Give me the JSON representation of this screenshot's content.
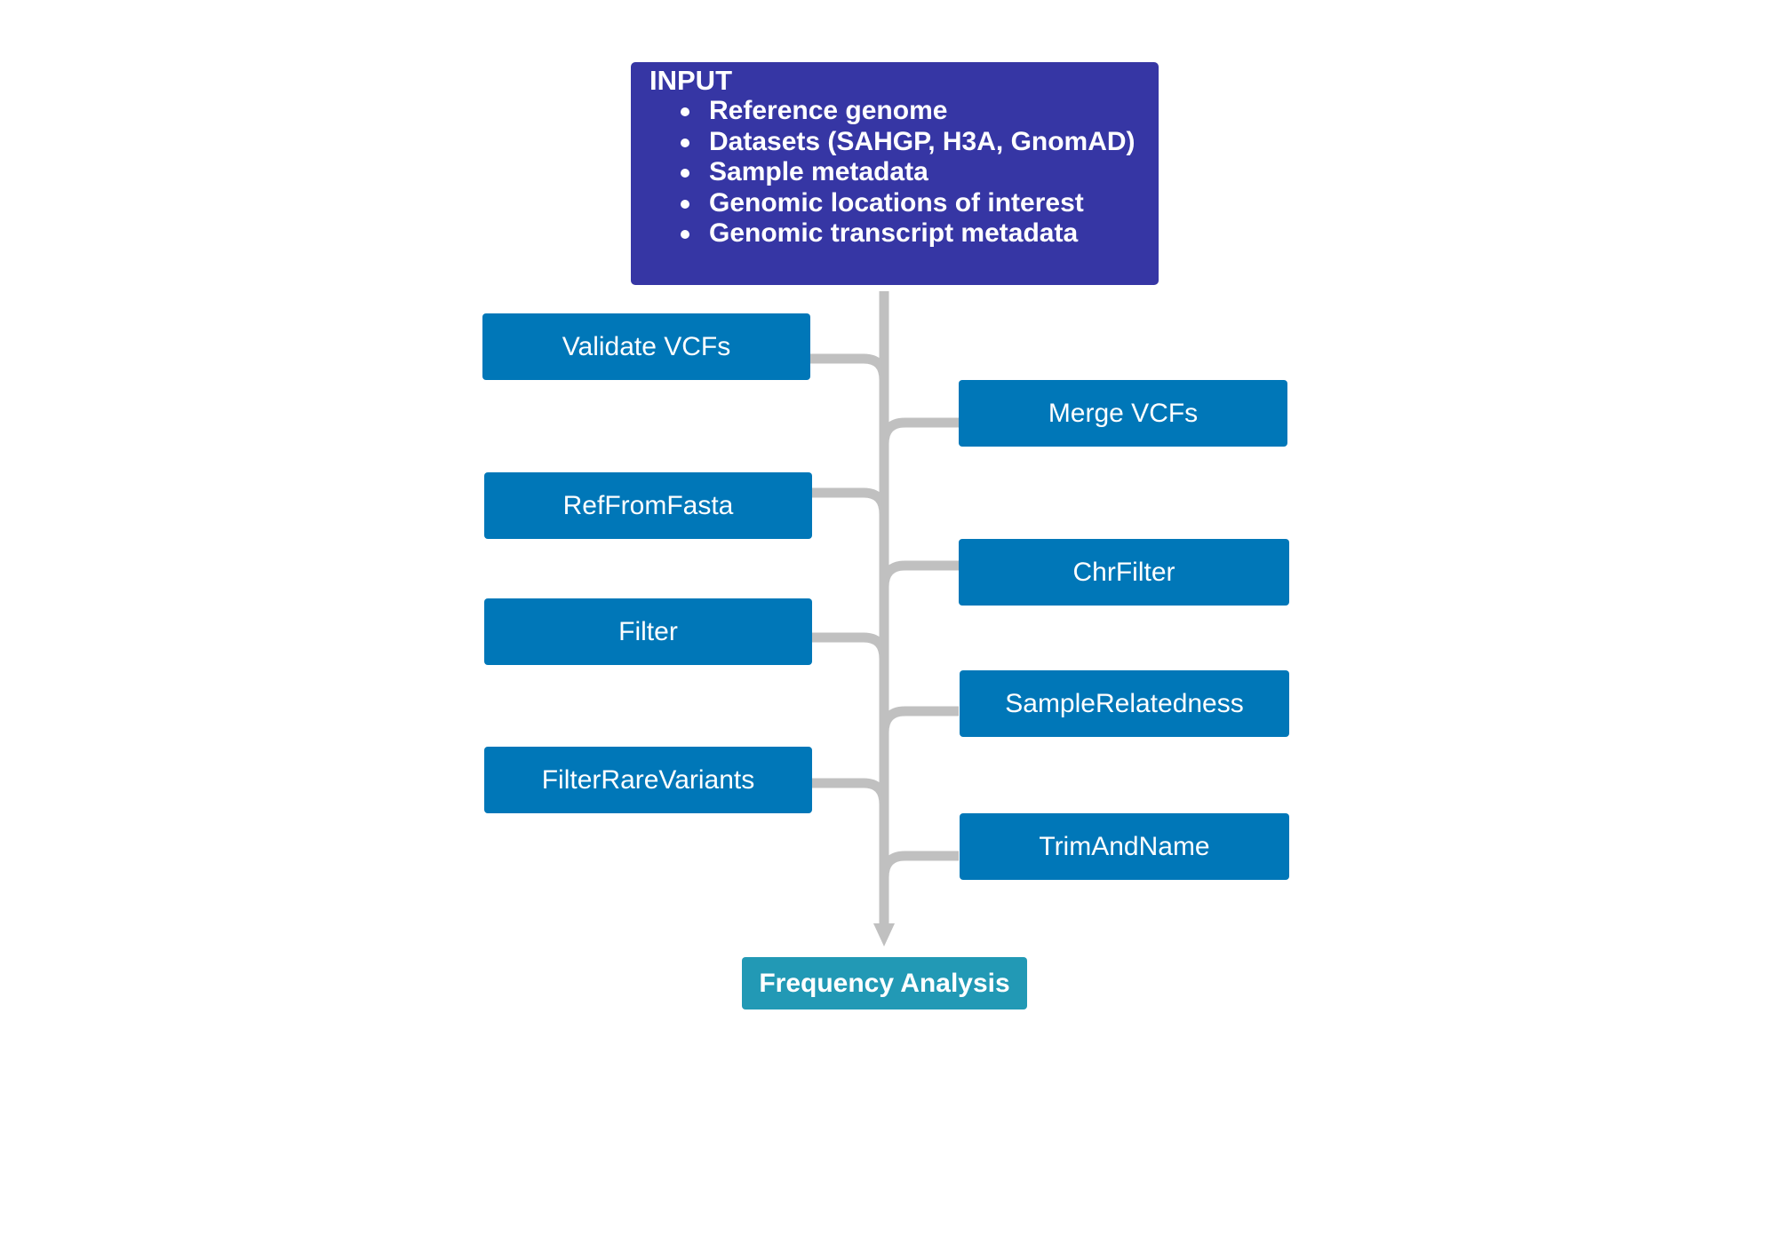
{
  "input": {
    "title": "INPUT",
    "items": [
      "Reference genome",
      "Datasets (SAHGP, H3A, GnomAD)",
      "Sample metadata",
      "Genomic locations of interest",
      "Genomic transcript metadata"
    ]
  },
  "steps": {
    "validate_vcfs": "Validate VCFs",
    "merge_vcfs": "Merge VCFs",
    "ref_from_fasta": "RefFromFasta",
    "chr_filter": "ChrFilter",
    "filter": "Filter",
    "sample_relatedness": "SampleRelatedness",
    "filter_rare_variants": "FilterRareVariants",
    "trim_and_name": "TrimAndName"
  },
  "output": {
    "label": "Frequency Analysis"
  },
  "colors": {
    "input_box": "#3636a4",
    "step_box": "#0077b8",
    "output_box": "#2299b5",
    "connector": "#c0c0c0"
  }
}
